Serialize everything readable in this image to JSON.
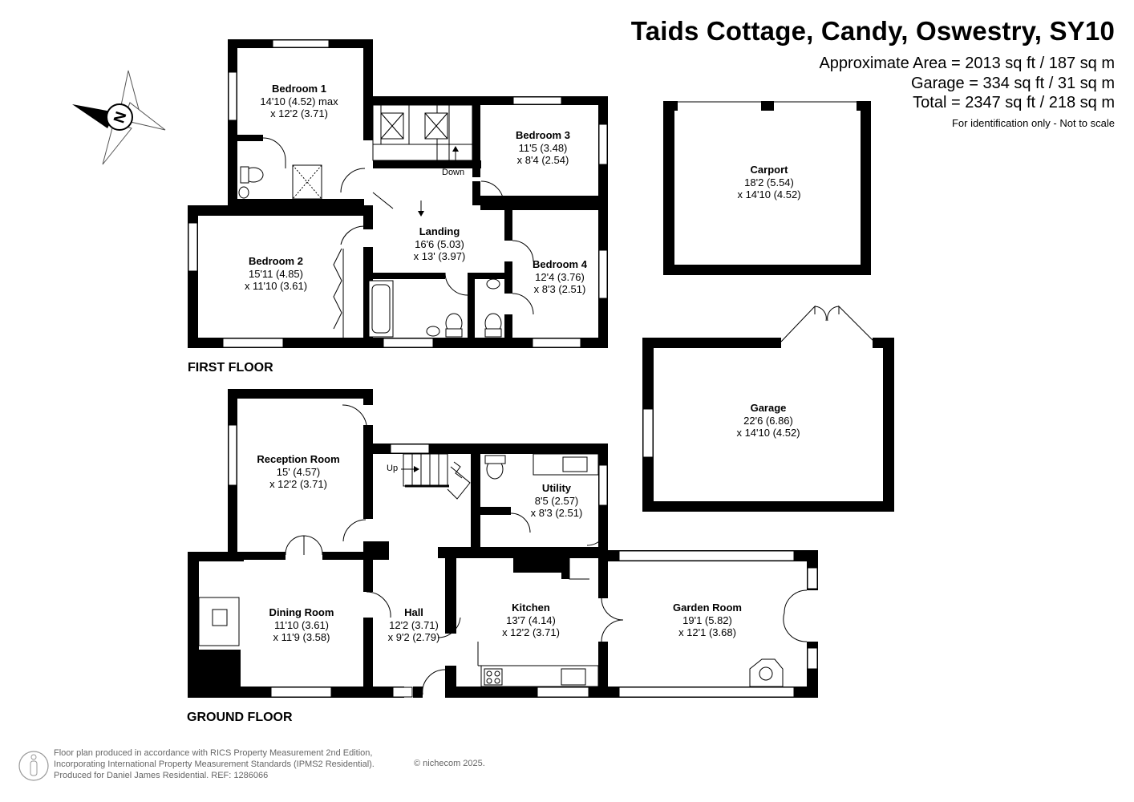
{
  "header": {
    "title": "Taids Cottage, Candy, Oswestry, SY10",
    "approx_area": "Approximate Area = 2013 sq ft / 187 sq m",
    "garage_area": "Garage = 334 sq ft / 31 sq m",
    "total_area": "Total = 2347 sq ft / 218 sq m",
    "note": "For identification only - Not to scale"
  },
  "compass": {
    "letter": "N"
  },
  "floors": {
    "first": "FIRST FLOOR",
    "ground": "GROUND FLOOR"
  },
  "rooms": {
    "bedroom1": {
      "name": "Bedroom 1",
      "dim1": "14'10 (4.52) max",
      "dim2": "x 12'2 (3.71)"
    },
    "bedroom2": {
      "name": "Bedroom 2",
      "dim1": "15'11 (4.85)",
      "dim2": "x 11'10 (3.61)"
    },
    "bedroom3": {
      "name": "Bedroom 3",
      "dim1": "11'5 (3.48)",
      "dim2": "x 8'4 (2.54)"
    },
    "bedroom4": {
      "name": "Bedroom 4",
      "dim1": "12'4 (3.76)",
      "dim2": "x 8'3 (2.51)"
    },
    "landing": {
      "name": "Landing",
      "dim1": "16'6 (5.03)",
      "dim2": "x 13' (3.97)"
    },
    "carport": {
      "name": "Carport",
      "dim1": "18'2 (5.54)",
      "dim2": "x 14'10 (4.52)"
    },
    "garage": {
      "name": "Garage",
      "dim1": "22'6 (6.86)",
      "dim2": "x 14'10 (4.52)"
    },
    "reception": {
      "name": "Reception Room",
      "dim1": "15' (4.57)",
      "dim2": "x 12'2 (3.71)"
    },
    "dining": {
      "name": "Dining Room",
      "dim1": "11'10 (3.61)",
      "dim2": "x 11'9 (3.58)"
    },
    "hall": {
      "name": "Hall",
      "dim1": "12'2 (3.71)",
      "dim2": "x 9'2 (2.79)"
    },
    "kitchen": {
      "name": "Kitchen",
      "dim1": "13'7 (4.14)",
      "dim2": "x 12'2 (3.71)"
    },
    "utility": {
      "name": "Utility",
      "dim1": "8'5 (2.57)",
      "dim2": "x 8'3 (2.51)"
    },
    "garden": {
      "name": "Garden Room",
      "dim1": "19'1 (5.82)",
      "dim2": "x 12'1 (3.68)"
    }
  },
  "stairs": {
    "down": "Down",
    "up": "Up"
  },
  "footer": {
    "line1": "Floor plan produced in accordance with RICS Property Measurement 2nd Edition,",
    "line2": "Incorporating International Property Measurement Standards (IPMS2 Residential).",
    "line3": "Produced for Daniel James Residential.   REF:  1286066",
    "copyright": "© nichecom 2025."
  }
}
